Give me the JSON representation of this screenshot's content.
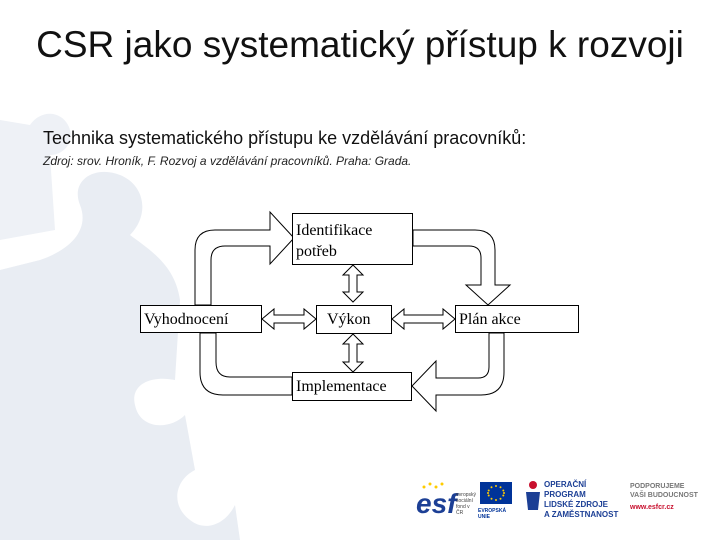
{
  "title": "CSR jako systematický přístup k rozvoji",
  "subtitle": "Technika systematického přístupu ke vzdělávání pracovníků:",
  "source": "Zdroj: srov. Hroník, F. Rozvoj a vzdělávání pracovníků. Praha: Grada.",
  "diagram": {
    "identifikace_line1": "Identifikace",
    "identifikace_line2": "potřeb",
    "vyhodnoceni": "Vyhodnocení",
    "vykon": "Výkon",
    "plan_akce": "Plán akce",
    "implementace": "Implementace"
  },
  "footer": {
    "esf_logo": "esf",
    "esf_small": [
      "evropský",
      "sociální",
      "fond v ČR"
    ],
    "eu_label": "EVROPSKÁ UNIE",
    "op_lines": [
      "OPERAČNÍ PROGRAM",
      "LIDSKÉ ZDROJE",
      "A ZAMĚSTNANOST"
    ],
    "support_lines": [
      "PODPORUJEME",
      "VAŠI BUDOUCNOST"
    ],
    "url": "www.esfcr.cz"
  },
  "colors": {
    "background_puzzle": "#e9edf3",
    "esf_blue": "#1c3f95",
    "eu_blue": "#003399",
    "eu_star": "#ffcc00",
    "accent_red": "#c8102e"
  }
}
